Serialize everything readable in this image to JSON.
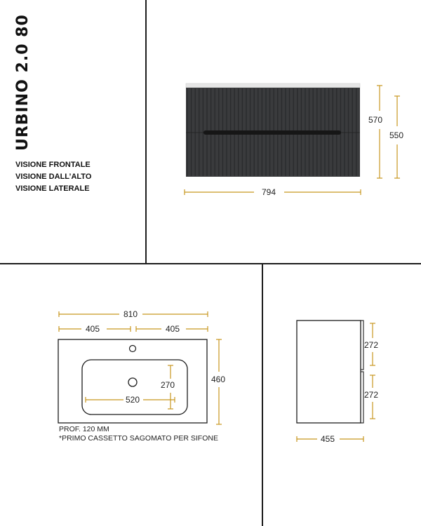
{
  "product_title": "URBINO 2.0 80",
  "views": [
    "VISIONE FRONTALE",
    "VISIONE DALL’ALTO",
    "VISIONE LATERALE"
  ],
  "front_view": {
    "height_with_top": "570",
    "height_body": "550",
    "width": "794"
  },
  "top_view": {
    "total_width": "810",
    "half_left": "405",
    "half_right": "405",
    "depth": "460",
    "basin_width": "520",
    "basin_depth": "270",
    "notes": [
      "PROF. 120 MM",
      "*PRIMO CASSETTO SAGOMATO PER SIFONE"
    ]
  },
  "side_view": {
    "drawer_top": "272",
    "drawer_bottom": "272",
    "depth": "455"
  },
  "colors": {
    "dimension_line": "#c8961e",
    "cabinet": "#3a3b3d",
    "cabinet_groove": "#2a2b2d",
    "worktop": "#e4e4e4",
    "outline": "#1c1c1c"
  }
}
